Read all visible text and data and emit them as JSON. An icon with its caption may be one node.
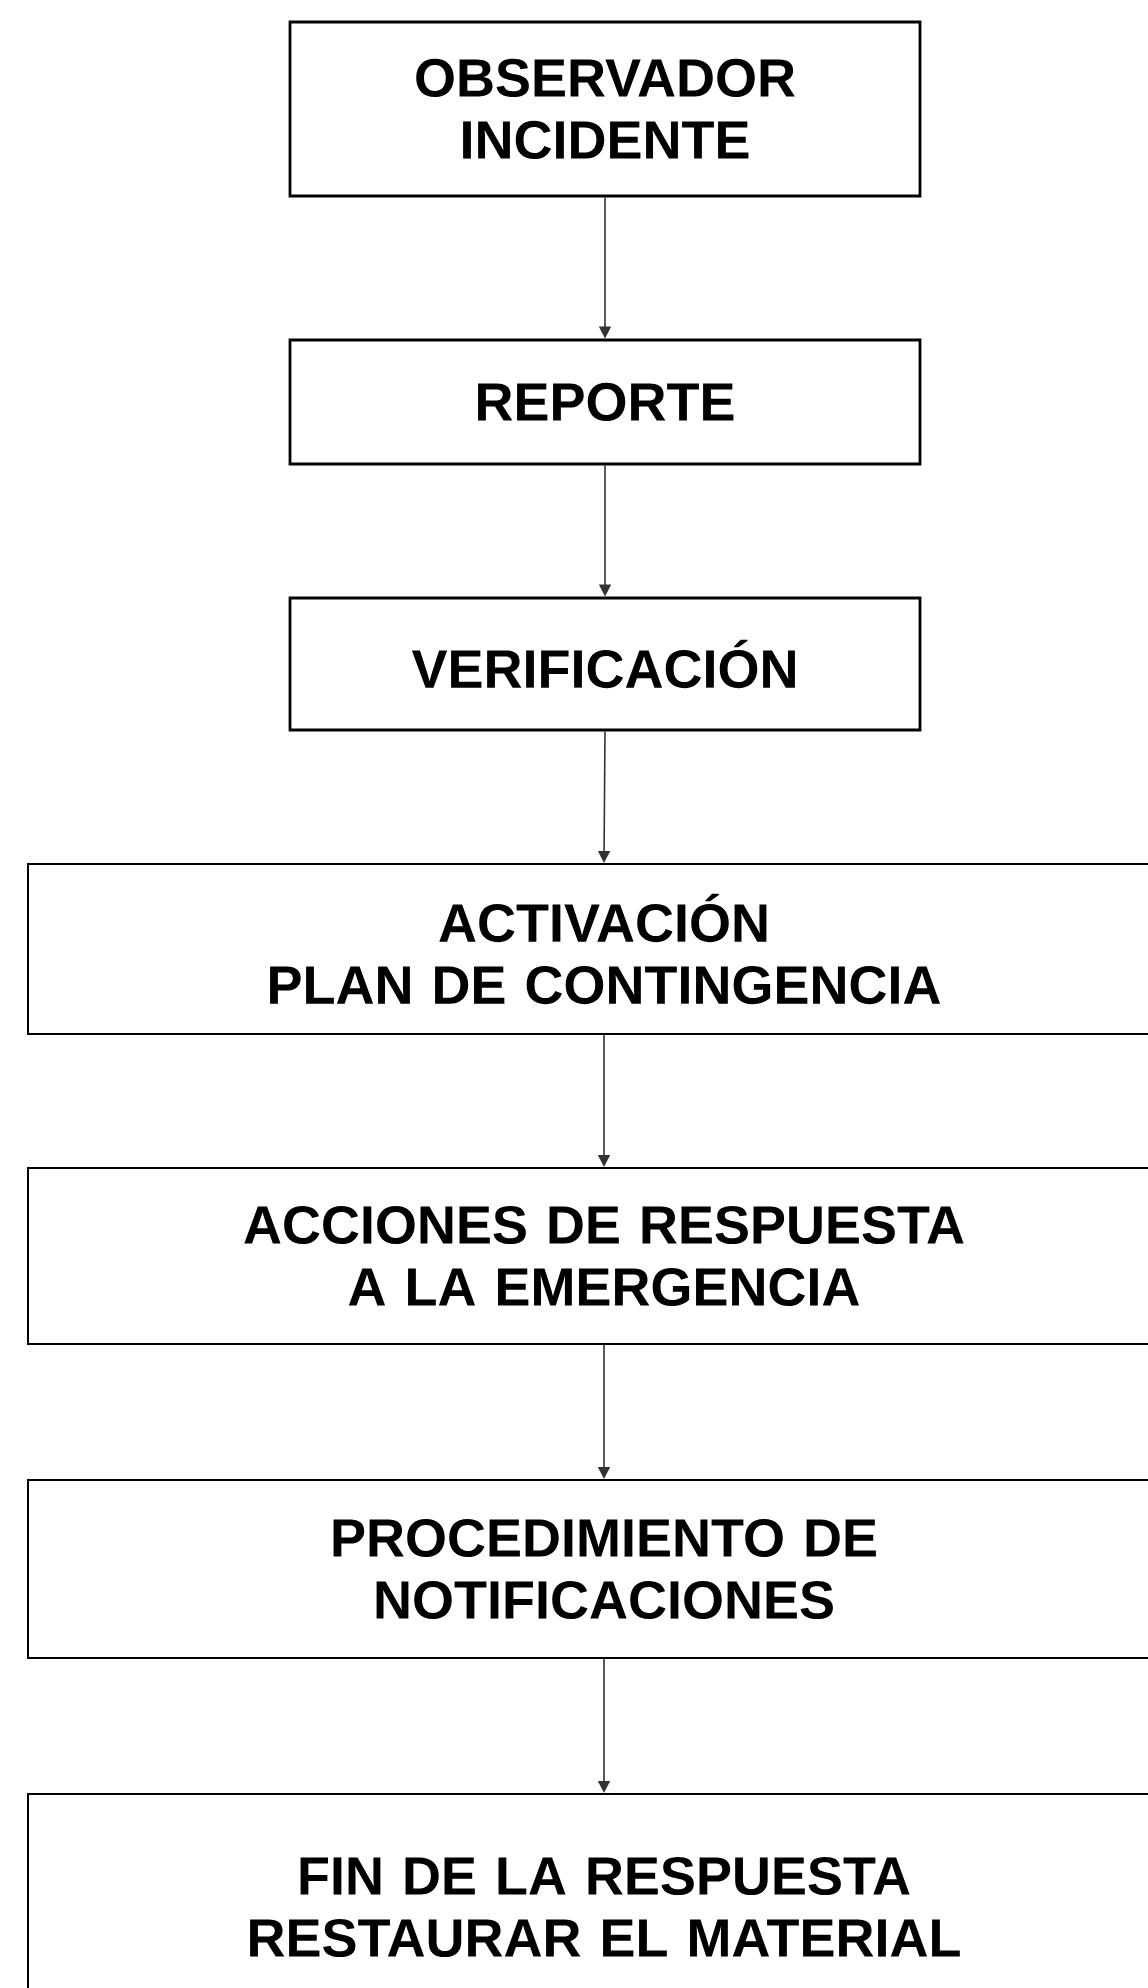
{
  "diagram": {
    "nodes": [
      {
        "text": [
          "OBSERVADOR INCIDENTE"
        ]
      },
      {
        "text": [
          "REPORTE"
        ]
      },
      {
        "text": [
          "VERIFICACIÓN"
        ]
      },
      {
        "text": [
          "ACTIVACIÓN",
          "PLAN DE CONTINGENCIA"
        ]
      },
      {
        "text": [
          "ACCIONES DE RESPUESTA A LA EMERGENCIA"
        ]
      },
      {
        "text": [
          "PROCEDIMIENTO DE NOTIFICACIONES"
        ]
      },
      {
        "text": [
          "FIN DE LA RESPUESTA",
          "RESTAURAR EL MATERIAL"
        ]
      }
    ],
    "edges": [
      {
        "from": 0,
        "to": 1,
        "arrow": "to"
      },
      {
        "from": 1,
        "to": 2,
        "arrow": "to"
      },
      {
        "from": 2,
        "to": 3,
        "arrow": "to"
      },
      {
        "from": 3,
        "to": 4,
        "arrow": "to"
      },
      {
        "from": 4,
        "to": 5,
        "arrow": "to"
      },
      {
        "from": 5,
        "to": 6,
        "arrow": "to"
      }
    ]
  }
}
